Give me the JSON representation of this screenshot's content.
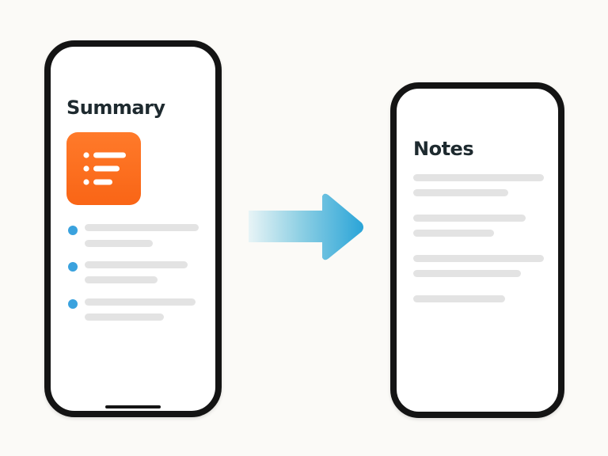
{
  "summary_screen": {
    "title": "Summary",
    "icon": "list-icon",
    "accent_color": "#f96a1c",
    "bullet_color": "#3aa2de",
    "bullet_count": 3
  },
  "notes_screen": {
    "title": "Notes"
  },
  "connector": {
    "icon": "right-arrow-icon",
    "colors": [
      "#e8f4f6",
      "#2ca5d8"
    ]
  }
}
